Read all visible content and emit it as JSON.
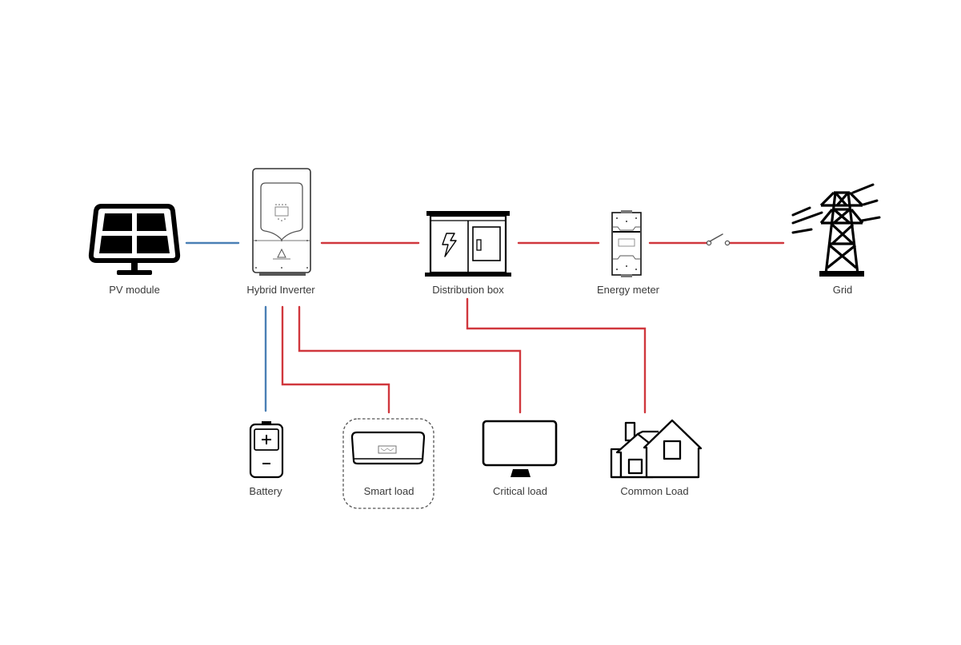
{
  "diagram": {
    "title": "Hybrid inverter system wiring",
    "colors": {
      "dc_line": "#4a7fb5",
      "ac_line": "#d0373d",
      "icon": "#000000",
      "label": "#3a3a3a",
      "smart_load_border": "#555555",
      "background": "#ffffff"
    },
    "nodes": [
      {
        "id": "pv",
        "label": "PV module",
        "icon": "solar-panel-icon"
      },
      {
        "id": "inverter",
        "label": "Hybrid Inverter",
        "icon": "hybrid-inverter-icon"
      },
      {
        "id": "distribution",
        "label": "Distribution box",
        "icon": "distribution-box-icon"
      },
      {
        "id": "meter",
        "label": "Energy meter",
        "icon": "energy-meter-icon"
      },
      {
        "id": "grid",
        "label": "Grid",
        "icon": "power-tower-icon"
      },
      {
        "id": "battery",
        "label": "Battery",
        "icon": "battery-icon"
      },
      {
        "id": "smart",
        "label": "Smart load",
        "icon": "air-conditioner-icon"
      },
      {
        "id": "critical",
        "label": "Critical load",
        "icon": "monitor-icon"
      },
      {
        "id": "common",
        "label": "Common Load",
        "icon": "houses-icon"
      }
    ],
    "edges": [
      {
        "from": "pv",
        "to": "inverter",
        "type": "dc"
      },
      {
        "from": "inverter",
        "to": "distribution",
        "type": "ac"
      },
      {
        "from": "distribution",
        "to": "meter",
        "type": "ac"
      },
      {
        "from": "meter",
        "to": "grid",
        "type": "ac",
        "switch": "open"
      },
      {
        "from": "inverter",
        "to": "battery",
        "type": "dc"
      },
      {
        "from": "inverter",
        "to": "smart",
        "type": "ac"
      },
      {
        "from": "inverter",
        "to": "critical",
        "type": "ac"
      },
      {
        "from": "distribution",
        "to": "common",
        "type": "ac"
      }
    ]
  }
}
